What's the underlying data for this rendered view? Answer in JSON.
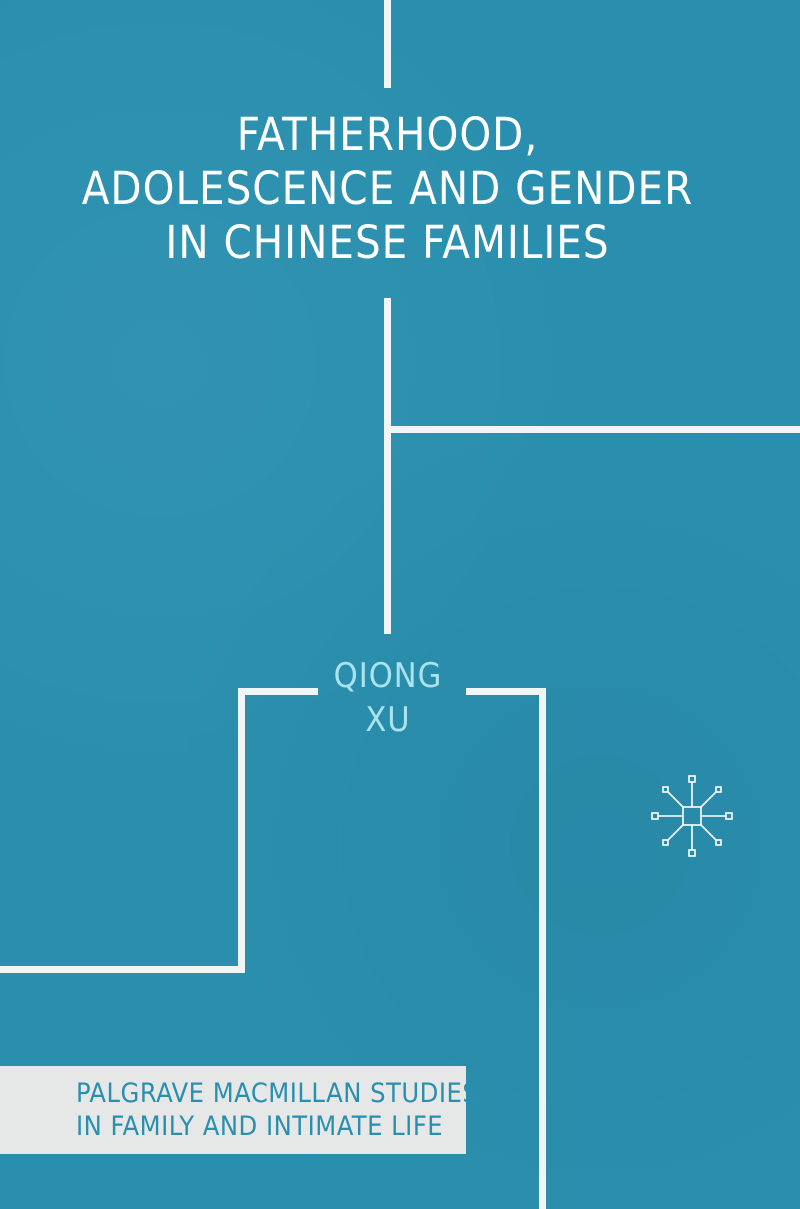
{
  "book": {
    "title_lines": [
      "FATHERHOOD,",
      "ADOLESCENCE AND GENDER",
      "IN CHINESE FAMILIES"
    ],
    "author_lines": [
      "QIONG",
      "XU"
    ],
    "series_lines": [
      "PALGRAVE MACMILLAN STUDIES",
      "IN FAMILY AND INTIMATE LIFE"
    ]
  },
  "colors": {
    "background": "#2a8fae",
    "lines": "#f2f5f6",
    "author_text": "#a9e3ef",
    "series_box": "#e6e8e8"
  },
  "icons": {
    "publisher_logo": "palgrave-logo-icon"
  }
}
